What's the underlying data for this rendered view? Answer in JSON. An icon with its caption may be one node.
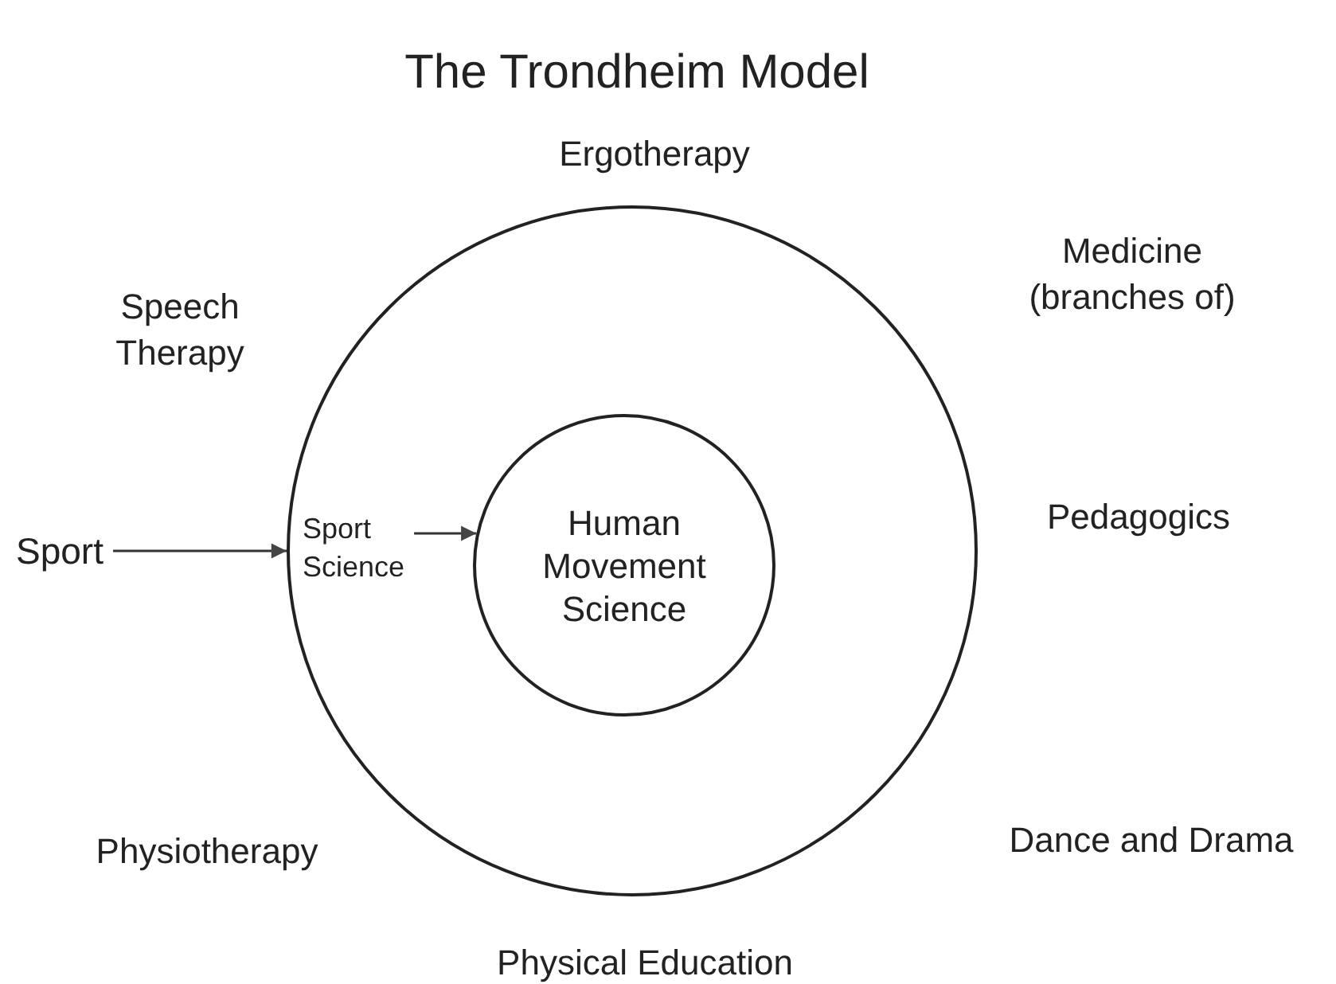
{
  "diagram": {
    "title": "The Trondheim Model",
    "nodes": [
      {
        "text": [
          "Sport"
        ]
      },
      {
        "text": [],
        "shape": "circle"
      },
      {
        "text": [
          "Sport Science"
        ],
        "in": 1
      },
      {
        "text": [
          "Human Movement Science"
        ],
        "in": 1
      }
    ],
    "edges": [
      {
        "from": 0,
        "to": 1,
        "arrow": "to"
      },
      {
        "from": 2,
        "to": 3,
        "arrow": "to"
      }
    ],
    "labels": [
      "Ergotherapy",
      "Speech Therapy",
      "Medicine (branches of)",
      "Pedagogics",
      "Dance and Drama",
      "Physiotherapy",
      "Physical Education"
    ]
  }
}
